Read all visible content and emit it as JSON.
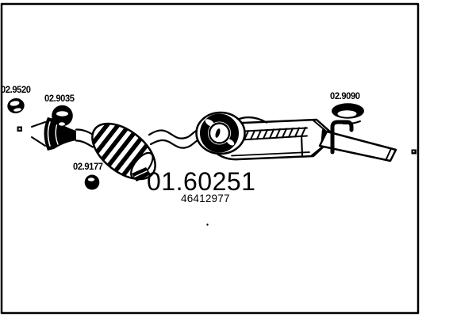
{
  "page": {
    "background_color": "#ffffff",
    "ink_color": "#000000",
    "description": "Exhaust system parts diagram"
  },
  "labels": {
    "front_clamp": "02.9520",
    "front_ring": "02.9035",
    "mid_mount": "02.9177",
    "rear_ring": "02.9090",
    "part_number": "01.60251",
    "oe_number": "46412977"
  }
}
